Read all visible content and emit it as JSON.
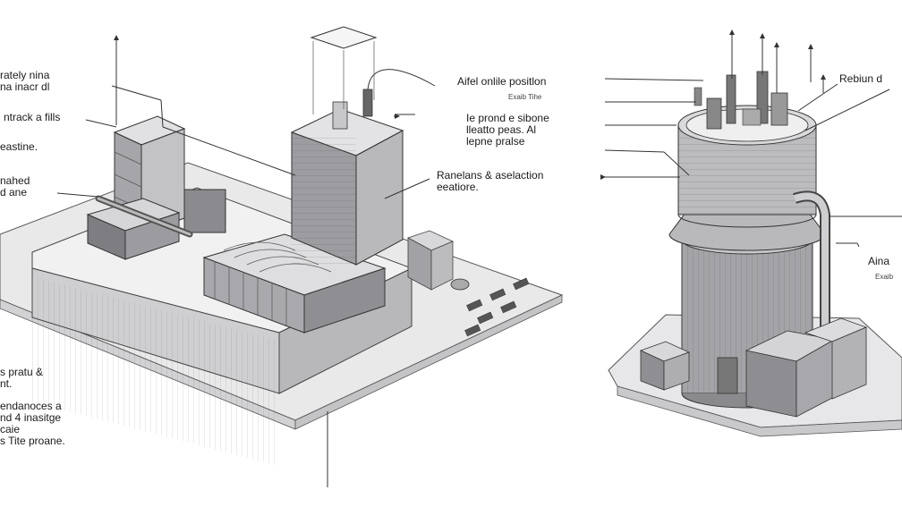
{
  "labels": {
    "left": [
      "rately nina\nna inacr dl",
      "ntrack a fills",
      "eastine.",
      "nahed\nd ane",
      "s pratu &\nnt.",
      "endanoces a\nnd 4 inasitge\ncaie\ns Tite proane."
    ],
    "center": {
      "a": "Aifel onlile positlon",
      "a_sub": "Exaib Tihe",
      "b": "Ie prond e sibone\nlleatto peas. Al\nlepne pralse",
      "c": "Ranelans & aselaction\neeatiore."
    },
    "right": {
      "a": "Rebiun d",
      "b": "Aina",
      "b_sub": "Exaib"
    }
  },
  "icons": [
    "arrow-up-icon",
    "arrow-left-icon"
  ]
}
